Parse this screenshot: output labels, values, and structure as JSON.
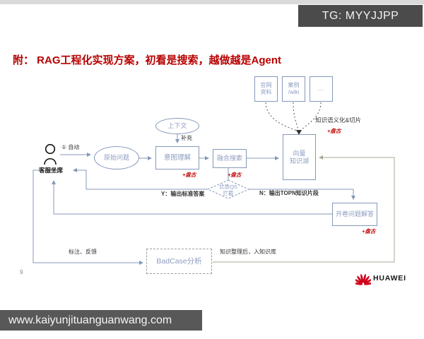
{
  "title": "附： RAG工程化实现方案，初看是搜索，越做越是Agent",
  "page_number": "9",
  "watermarks": {
    "top": "TG: MYYJJPP",
    "bottom": "www.kaiyunjituanguanwang.com"
  },
  "brand": {
    "name": "HUAWEI"
  },
  "colors": {
    "title_red": "#b80000",
    "pangu_red": "#c00000",
    "node_text_blue": "#8d9dc0",
    "line_blue": "#8498ba",
    "feedback_olive": "#a8a896",
    "badge_bg": "#4b4b4b",
    "bar_bg": "#585858",
    "huawei_red": "#d0021b"
  },
  "diagram": {
    "sources": [
      {
        "label": "官网\n资料"
      },
      {
        "label": "案例\n/wiki"
      },
      {
        "label": "…"
      }
    ],
    "ingest_label": "知识语义化&切片",
    "pangu": "+盘古",
    "context": "上下文",
    "supplement": "补充",
    "auto_step": "① 自动",
    "agent": "客服坐席",
    "original_question": "原始问题",
    "intent": "意图理解",
    "fusion_search": "融合搜索",
    "vector_lake": "向量\n知识湖",
    "qs_gate": "优质QS\n拦截",
    "y_branch": "Y：输出标准答案",
    "n_branch": "N：输出TOPN知识片段",
    "open_book": "开卷问题解答",
    "annotate": "标注、反馈",
    "badcase": "BadCase分析",
    "to_knowledge_base": "知识整理后，入知识库"
  }
}
